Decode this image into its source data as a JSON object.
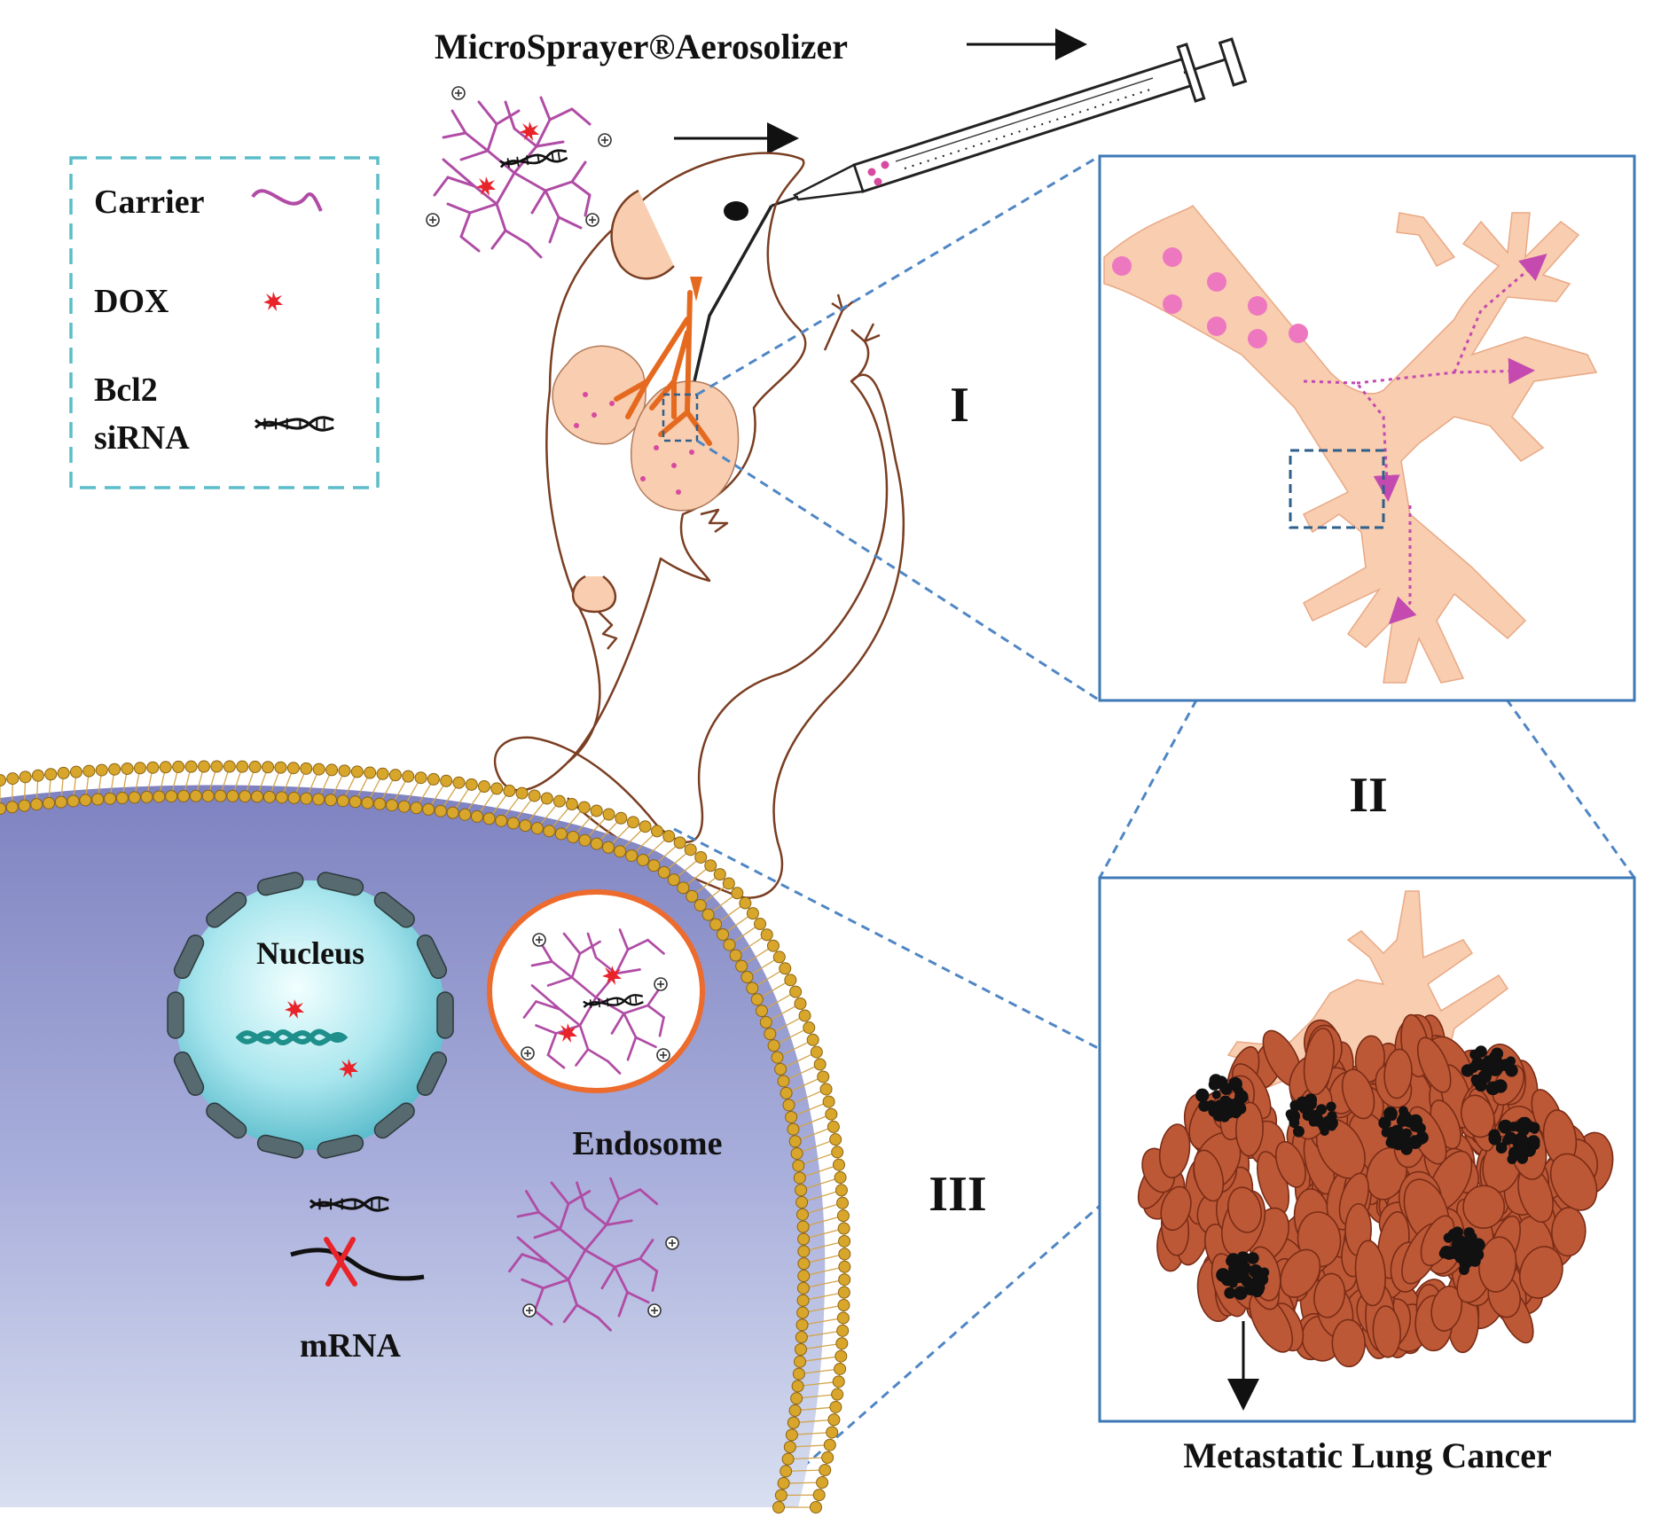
{
  "title": "MicroSprayer®Aerosolizer",
  "legend": {
    "carrier": "Carrier",
    "dox": "DOX",
    "bcl2_line1": "Bcl2",
    "bcl2_line2": "siRNA"
  },
  "stages": {
    "one": "I",
    "two": "II",
    "three": "III"
  },
  "cell": {
    "nucleus": "Nucleus",
    "endosome": "Endosome",
    "mrna": "mRNA"
  },
  "caption": "Metastatic Lung Cancer",
  "colors": {
    "carrier": "#b04ca5",
    "dox": "#e8242a",
    "tissue": "#f8cdb0",
    "tissue_stroke": "#e9a985",
    "mouse_line": "#7a3e22",
    "box_border": "#3d79b6",
    "legend_border": "#5bbdc9",
    "dashed_line": "#4f86c4",
    "cell_top": "#8b8fc7",
    "cell_bottom": "#d5dcef",
    "membrane": "#c9a02c",
    "nucleus_fill": "#7fd6e0",
    "endosome_border": "#ec6b2d",
    "tumor": "#bc5836",
    "tumor_stroke": "#7a2c16"
  }
}
